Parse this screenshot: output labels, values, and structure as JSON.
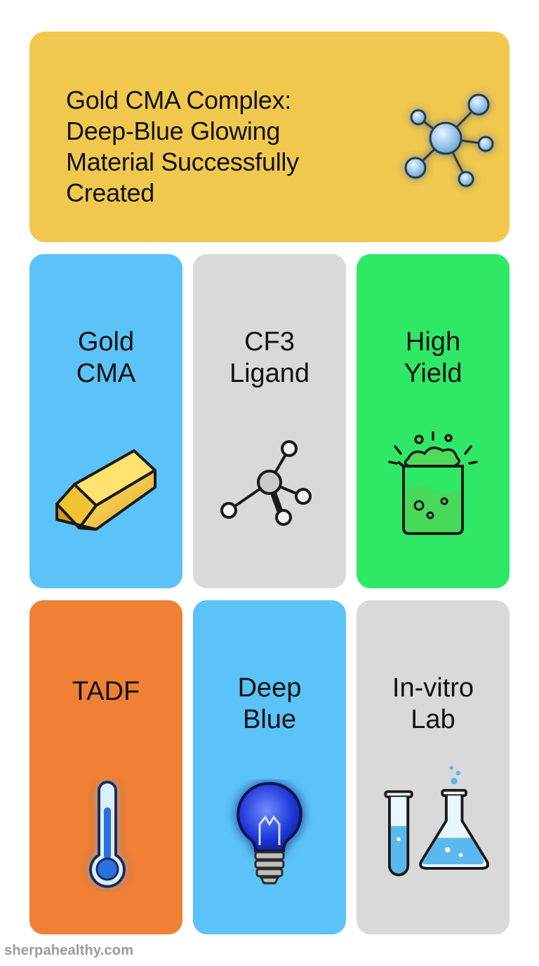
{
  "hero": {
    "title": "Gold CMA Complex: Deep-Blue Glowing Material Successfully Created",
    "icon": "molecule-glow-icon",
    "color": "#F1C84E"
  },
  "tiles": [
    {
      "label": "Gold\nCMA",
      "icon": "gold-bar-icon",
      "color": "#5BC3F7"
    },
    {
      "label": "CF3\nLigand",
      "icon": "molecule-icon",
      "color": "#D9D9D9"
    },
    {
      "label": "High\nYield",
      "icon": "beaker-icon",
      "color": "#2FE865"
    },
    {
      "label": "TADF",
      "icon": "thermometer-icon",
      "color": "#EF8034"
    },
    {
      "label": "Deep\nBlue",
      "icon": "light-bulb-icon",
      "color": "#5BC3F7"
    },
    {
      "label": "In-vitro\nLab",
      "icon": "test-tube-flask-icon",
      "color": "#D9D9D9"
    }
  ],
  "watermark": "sherpahealthy.com"
}
